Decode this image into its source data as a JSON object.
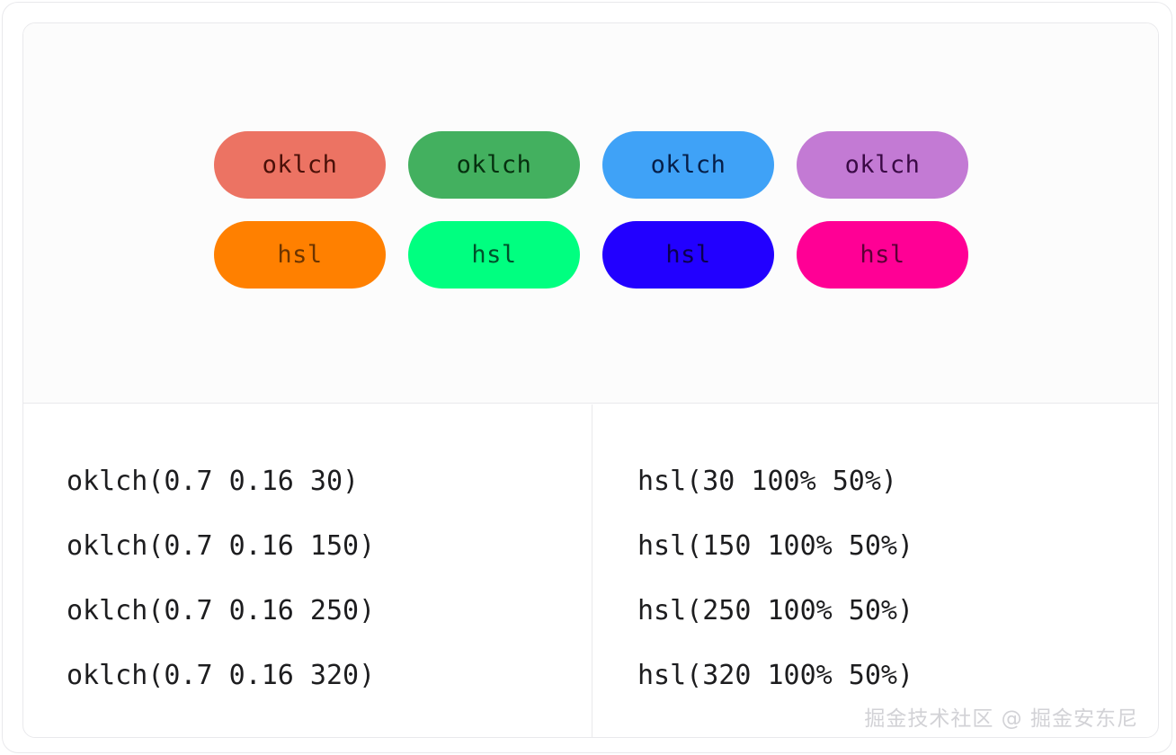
{
  "preview": {
    "swatches": [
      {
        "label": "oklch",
        "bg": "#ec7363",
        "fg": "#4a1008",
        "notation": "oklch",
        "hue": 30
      },
      {
        "label": "oklch",
        "bg": "#43b05f",
        "fg": "#06300f",
        "notation": "oklch",
        "hue": 150
      },
      {
        "label": "oklch",
        "bg": "#3fa2f7",
        "fg": "#061f49",
        "notation": "oklch",
        "hue": 250
      },
      {
        "label": "oklch",
        "bg": "#c37ad4",
        "fg": "#3a0a45",
        "notation": "oklch",
        "hue": 320
      },
      {
        "label": "hsl",
        "bg": "#ff8000",
        "fg": "#6b3400",
        "notation": "hsl",
        "hue": 30
      },
      {
        "label": "hsl",
        "bg": "#00ff80",
        "fg": "#00502a",
        "notation": "hsl",
        "hue": 150
      },
      {
        "label": "hsl",
        "bg": "#2200ff",
        "fg": "#0b0050",
        "notation": "hsl",
        "hue": 250
      },
      {
        "label": "hsl",
        "bg": "#ff0095",
        "fg": "#5c0036",
        "notation": "hsl",
        "hue": 320
      }
    ]
  },
  "code": {
    "left_column": [
      "oklch(0.7 0.16 30)",
      "oklch(0.7 0.16 150)",
      "oklch(0.7 0.16 250)",
      "oklch(0.7 0.16 320)"
    ],
    "right_column": [
      "hsl(30 100% 50%)",
      "hsl(150 100% 50%)",
      "hsl(250 100% 50%)",
      "hsl(320 100% 50%)"
    ]
  },
  "watermark": {
    "text": "掘金技术社区 @ 掘金安东尼"
  },
  "colors": {
    "page_background": "#ffffff",
    "preview_background": "#fcfcfc",
    "border": "#e9e9ec",
    "code_text": "#1d1d1f",
    "watermark_text": "#d2d2d6"
  }
}
